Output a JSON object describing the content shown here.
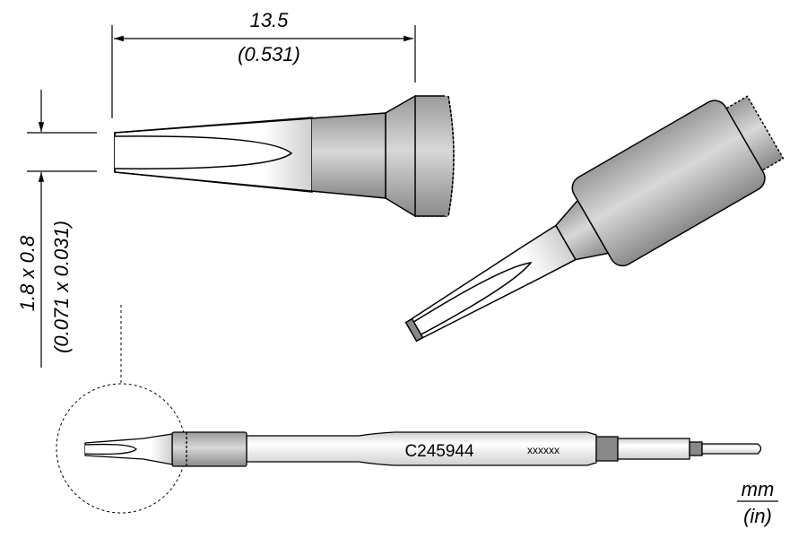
{
  "dimensions": {
    "length_mm": "13.5",
    "length_in": "(0.531)",
    "tip_mm": "1.8 x 0.8",
    "tip_in": "(0.071 x 0.031)"
  },
  "part": {
    "code": "C245944",
    "marking": "xxxxxx"
  },
  "units": {
    "primary": "mm",
    "secondary": "(in)"
  },
  "colors": {
    "outline": "#000000",
    "metal_dark": "#8c8c8c",
    "metal_light": "#ffffff"
  }
}
